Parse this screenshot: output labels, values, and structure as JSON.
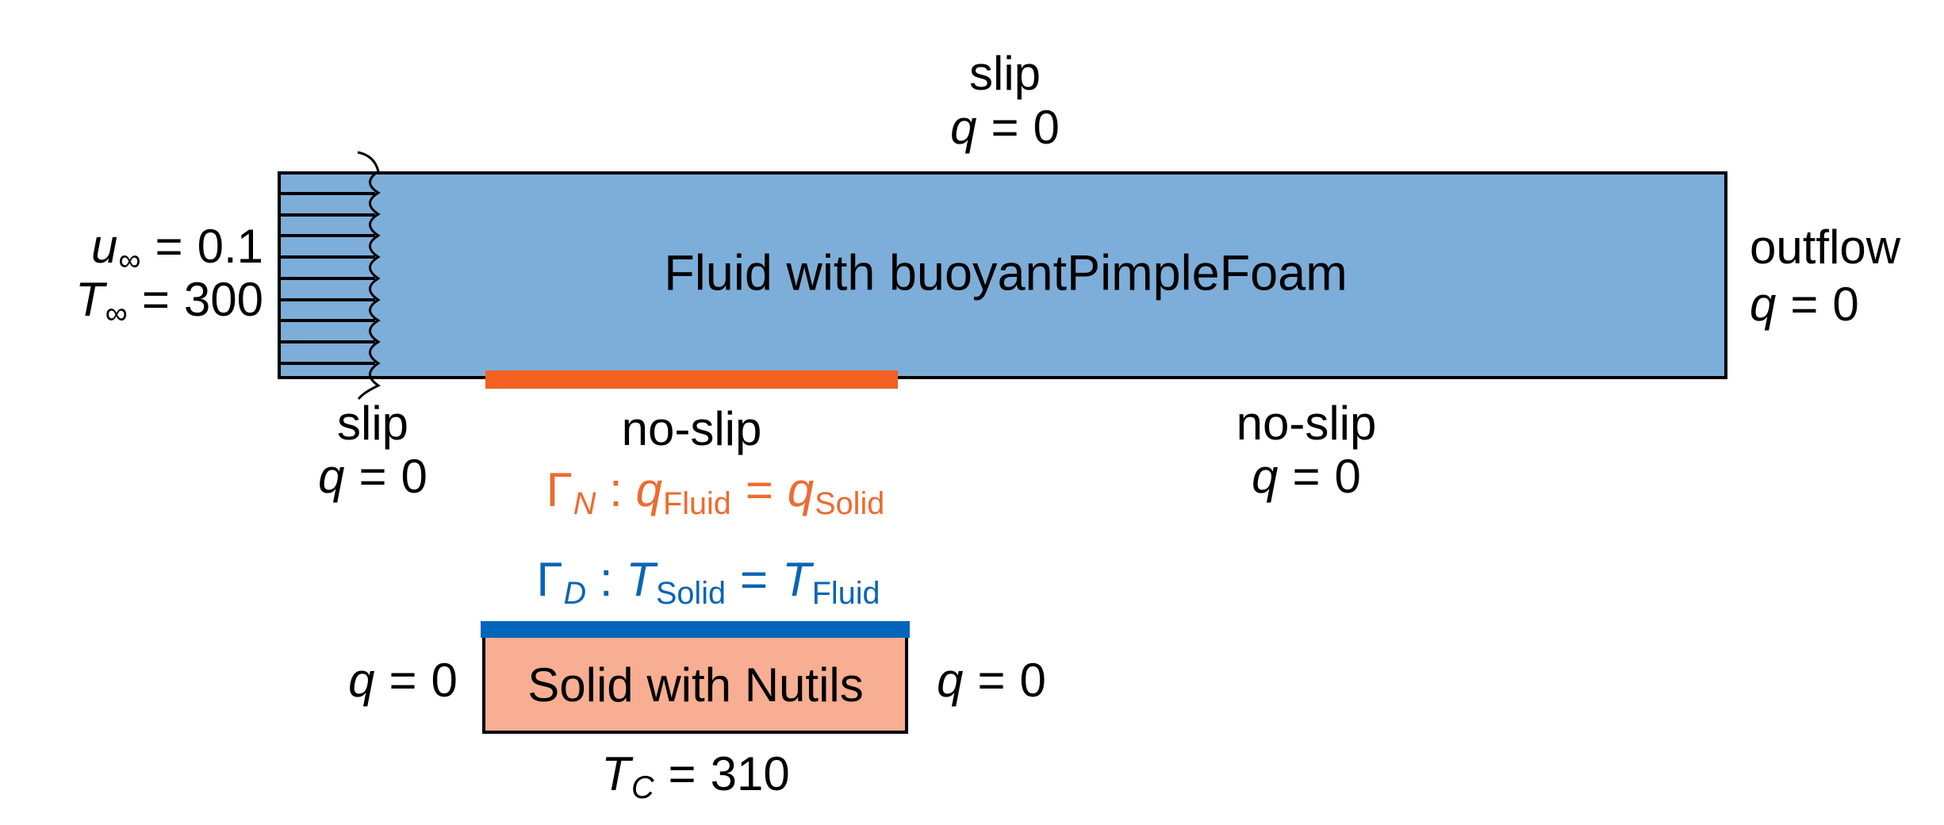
{
  "colors": {
    "background": "#FFFFFF",
    "outline": "#000000",
    "fluid_fill": "#7DAED9",
    "interface_flux_orange": "#F26122",
    "orange_text": "#ED6B2F",
    "solid_fill": "#F7AE92",
    "interface_temp_blue": "#0066BB",
    "blue_text": "#0A64B4"
  },
  "labels": {
    "slip": "slip",
    "no_slip": "no-slip",
    "outflow": "outflow",
    "fluid_domain": "Fluid with buoyantPimpleFoam",
    "solid_domain": "Solid with Nutils",
    "q_zero": {
      "var": "q",
      "equals": "=",
      "value": "0"
    },
    "inlet_velocity": {
      "var": "u",
      "sub": "∞",
      "equals": "=",
      "value": "0.1"
    },
    "inlet_temperature": {
      "var": "T",
      "sub": "∞",
      "equals": "=",
      "value": "300"
    },
    "gamma_neumann": {
      "gamma": "Γ",
      "gamma_sub": "N",
      "colon": ":",
      "lhs": "q",
      "lhs_sub": "Fluid",
      "equals": "=",
      "rhs": "q",
      "rhs_sub": "Solid"
    },
    "gamma_dirichlet": {
      "gamma": "Γ",
      "gamma_sub": "D",
      "colon": ":",
      "lhs": "T",
      "lhs_sub": "Solid",
      "equals": "=",
      "rhs": "T",
      "rhs_sub": "Fluid"
    },
    "solid_bottom_temperature": {
      "var": "T",
      "sub": "C",
      "equals": "=",
      "value": "310"
    }
  }
}
